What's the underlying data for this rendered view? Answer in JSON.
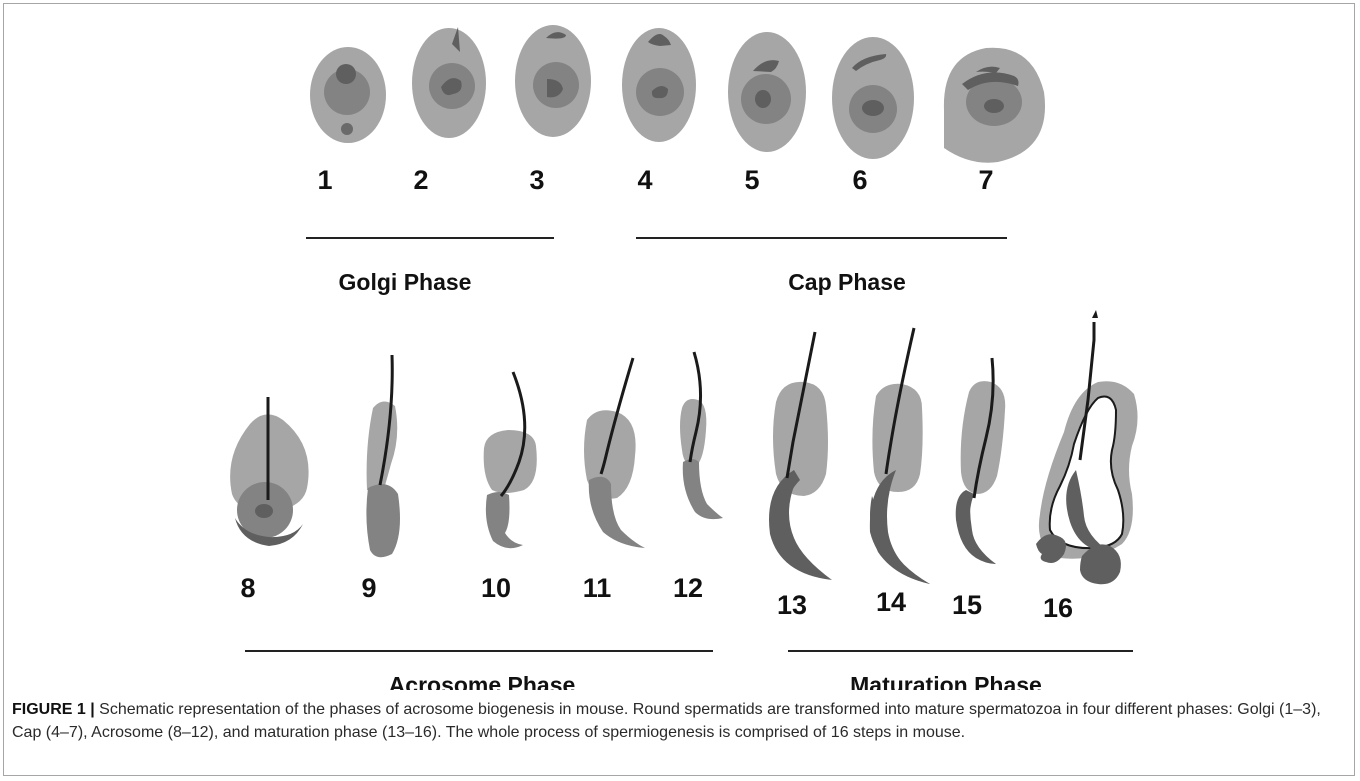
{
  "figure": {
    "step_numbers": [
      "1",
      "2",
      "3",
      "4",
      "5",
      "6",
      "7",
      "8",
      "9",
      "10",
      "11",
      "12",
      "13",
      "14",
      "15",
      "16"
    ],
    "phases": {
      "golgi": "Golgi Phase",
      "cap": "Cap Phase",
      "acrosome": "Acrosome Phase",
      "maturation": "Maturation Phase"
    },
    "colors": {
      "cytoplasm": "#a6a6a6",
      "nucleus": "#838383",
      "acrosome": "#5f5f5f",
      "flagellum": "#1a1a1a",
      "rule": "#222222"
    }
  },
  "caption": {
    "label": "FIGURE 1 |",
    "text": " Schematic representation of the phases of acrosome biogenesis in mouse. Round spermatids are transformed into mature spermatozoa in four different phases: Golgi (1–3), Cap (4–7), Acrosome (8–12), and maturation phase (13–16). The whole process of spermiogenesis is comprised of 16 steps in mouse."
  }
}
